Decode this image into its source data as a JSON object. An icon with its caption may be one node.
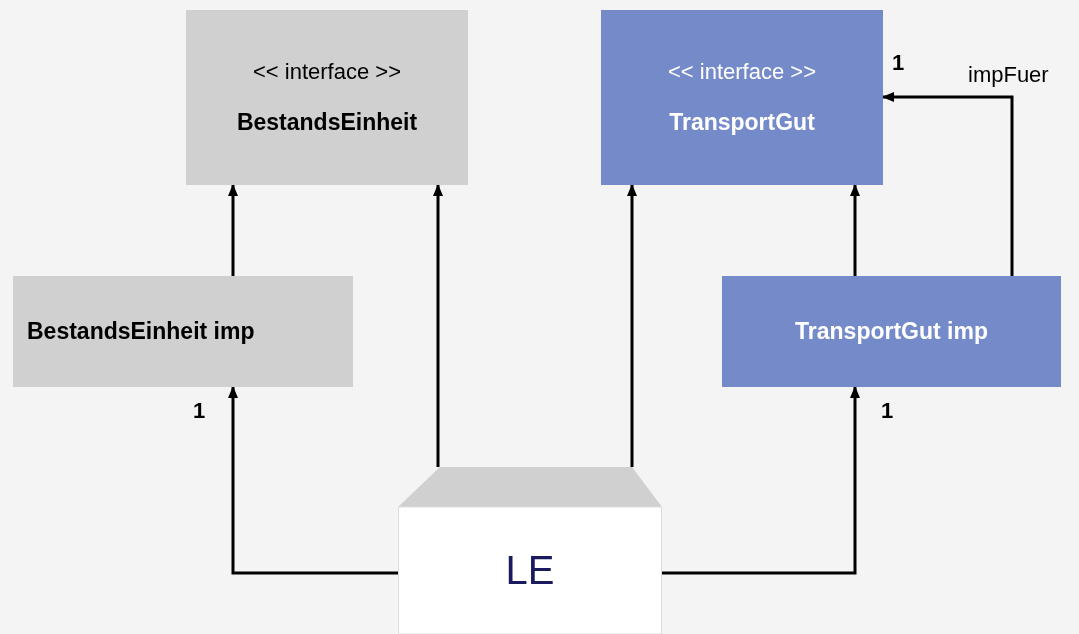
{
  "diagram": {
    "nodes": [
      {
        "text": [
          "<< interface >>",
          "BestandsEinheit"
        ]
      },
      {
        "text": [
          "<< interface >>",
          "TransportGut"
        ]
      },
      {
        "text": [
          "BestandsEinheit imp"
        ]
      },
      {
        "text": [
          "TransportGut imp"
        ]
      },
      {
        "text": [
          "LE"
        ]
      }
    ],
    "edges": [
      {
        "from": 2,
        "to": 0,
        "arrow": "to"
      },
      {
        "from": 4,
        "to": 0,
        "arrow": "to"
      },
      {
        "from": 4,
        "to": 1,
        "arrow": "to"
      },
      {
        "from": 3,
        "to": 1,
        "arrow": "to"
      },
      {
        "from": 3,
        "to": 1,
        "arrow": "to",
        "label": "impFuer"
      },
      {
        "from": 4,
        "to": 2,
        "arrow": "to"
      },
      {
        "from": 4,
        "to": 3,
        "arrow": "to"
      }
    ],
    "labels": [
      "1",
      "1",
      "1"
    ]
  }
}
